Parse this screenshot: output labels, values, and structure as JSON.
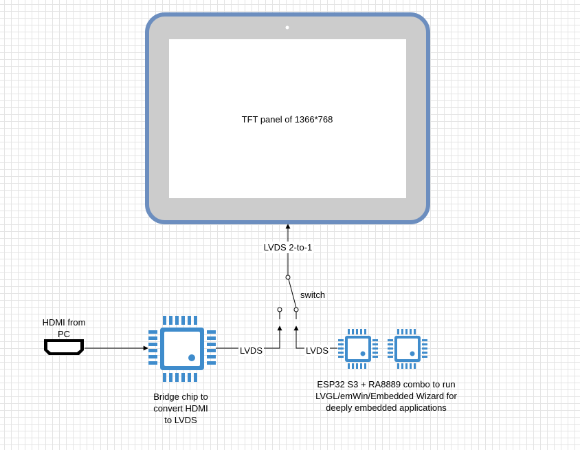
{
  "panel": {
    "label": "TFT panel of 1366*768"
  },
  "hdmi": {
    "label_line1": "HDMI from",
    "label_line2": "PC"
  },
  "bridge": {
    "label_line1": "Bridge chip to",
    "label_line2": "convert HDMI",
    "label_line3": "to LVDS"
  },
  "esp": {
    "label_line1": "ESP32 S3 + RA8889 combo to run",
    "label_line2": "LVGL/emWin/Embedded Wizard for",
    "label_line3": "deeply embedded applications"
  },
  "links": {
    "lvds_left": "LVDS",
    "lvds_right": "LVDS",
    "lvds_switch": "LVDS 2-to-1",
    "switch": "switch"
  },
  "colors": {
    "chip_blue": "#3f8ccc",
    "tablet_border": "#6c8ebf",
    "tablet_fill": "#cccccc"
  }
}
